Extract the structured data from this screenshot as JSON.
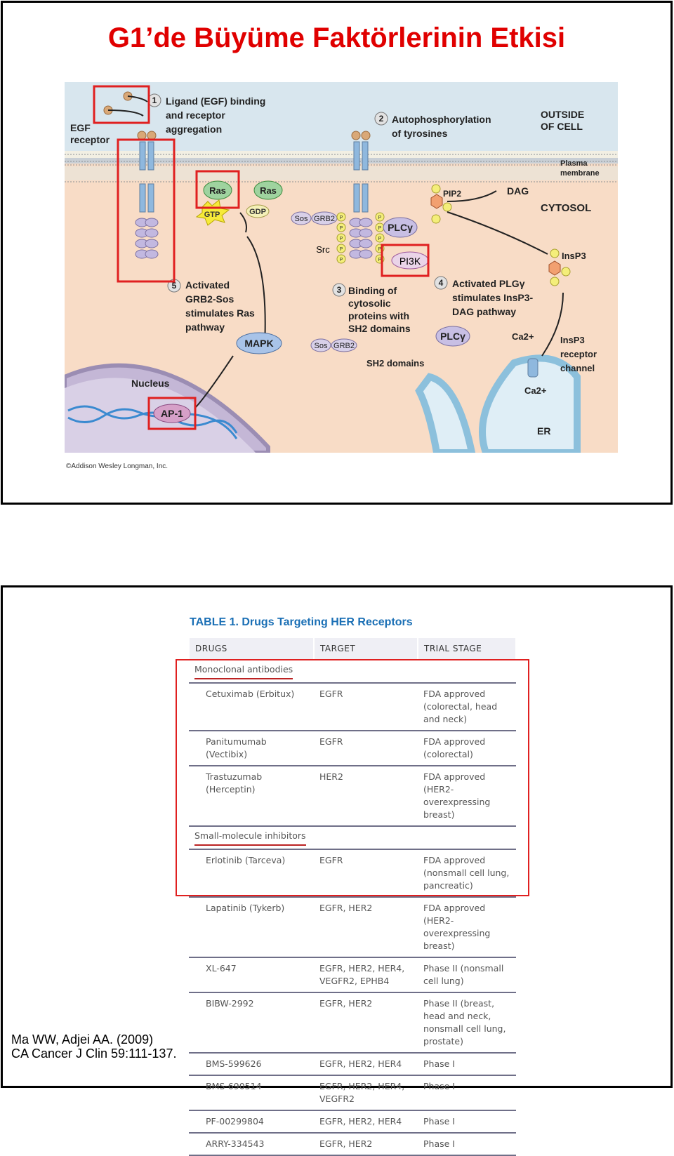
{
  "slide1": {
    "title": "G1’de Büyüme Faktörlerinin Etkisi",
    "copyright": "©Addison Wesley Longman, Inc.",
    "diagram": {
      "step1": [
        "Ligand (EGF) binding",
        "and receptor",
        "aggregation"
      ],
      "step2": [
        "Autophosphorylation",
        "of tyrosines"
      ],
      "step3": [
        "Binding of",
        "cytosolic",
        "proteins with",
        "SH2 domains"
      ],
      "step4": [
        "Activated PLGγ",
        "stimulates InsP3-",
        "DAG pathway"
      ],
      "step5": [
        "Activated",
        "GRB2-Sos",
        "stimulates Ras",
        "pathway"
      ],
      "egf_receptor": [
        "EGF",
        "receptor"
      ],
      "outside": [
        "OUTSIDE",
        "OF CELL"
      ],
      "plasma": [
        "Plasma",
        "membrane"
      ],
      "cytosol": "CYTOSOL",
      "ras": "Ras",
      "gtp": "GTP",
      "gdp": "GDP",
      "sos": "Sos",
      "grb2": "GRB2",
      "plcg": "PLCγ",
      "pip2": "PIP2",
      "dag": "DAG",
      "insp3": "InsP3",
      "src": "Src",
      "pi3k": "PI3K",
      "mapk": "MAPK",
      "nucleus": "Nucleus",
      "ap1": "AP-1",
      "sh2": "SH2 domains",
      "ca": "Ca2+",
      "channel": [
        "InsP3",
        "receptor",
        "channel"
      ],
      "er": "ER",
      "p": "P",
      "num": [
        "1",
        "2",
        "3",
        "4",
        "5"
      ]
    }
  },
  "slide2": {
    "table_title": "TABLE 1. Drugs Targeting HER Receptors",
    "headers": [
      "DRUGS",
      "TARGET",
      "TRIAL STAGE"
    ],
    "sections": [
      {
        "label": "Monoclonal antibodies",
        "rows": [
          {
            "drug": "Cetuximab (Erbitux)",
            "target": "EGFR",
            "stage": "FDA approved (colorectal, head and neck)"
          },
          {
            "drug": "Panitumumab (Vectibix)",
            "target": "EGFR",
            "stage": "FDA approved (colorectal)"
          },
          {
            "drug": "Trastuzumab (Herceptin)",
            "target": "HER2",
            "stage": "FDA approved (HER2-overexpressing breast)"
          }
        ]
      },
      {
        "label": "Small-molecule inhibitors",
        "rows": [
          {
            "drug": "Erlotinib (Tarceva)",
            "target": "EGFR",
            "stage": "FDA approved (nonsmall cell lung, pancreatic)"
          },
          {
            "drug": "Lapatinib (Tykerb)",
            "target": "EGFR, HER2",
            "stage": "FDA approved (HER2-overexpressing breast)"
          },
          {
            "drug": "XL-647",
            "target": "EGFR, HER2, HER4, VEGFR2, EPHB4",
            "stage": "Phase II (nonsmall cell lung)"
          },
          {
            "drug": "BIBW-2992",
            "target": "EGFR, HER2",
            "stage": "Phase II (breast, head and neck, nonsmall cell lung, prostate)"
          },
          {
            "drug": "BMS-599626",
            "target": "EGFR, HER2, HER4",
            "stage": "Phase I"
          },
          {
            "drug": "BMS-690514",
            "target": "EGFR, HER2, HER4, VEGFR2",
            "stage": "Phase I"
          },
          {
            "drug": "PF-00299804",
            "target": "EGFR, HER2, HER4",
            "stage": "Phase I"
          },
          {
            "drug": "ARRY-334543",
            "target": "EGFR, HER2",
            "stage": "Phase I"
          }
        ]
      }
    ],
    "citation_line1": "Ma WW, Adjei AA. (2009)",
    "citation_line2": "CA Cancer J Clin 59:111-137."
  },
  "colors": {
    "title_red": "#e00000",
    "highlight_red": "#e02020",
    "table_title_blue": "#1a6fb5",
    "cytosol_bg": "#f8dcc6",
    "outside_bg": "#d8e6ee"
  }
}
